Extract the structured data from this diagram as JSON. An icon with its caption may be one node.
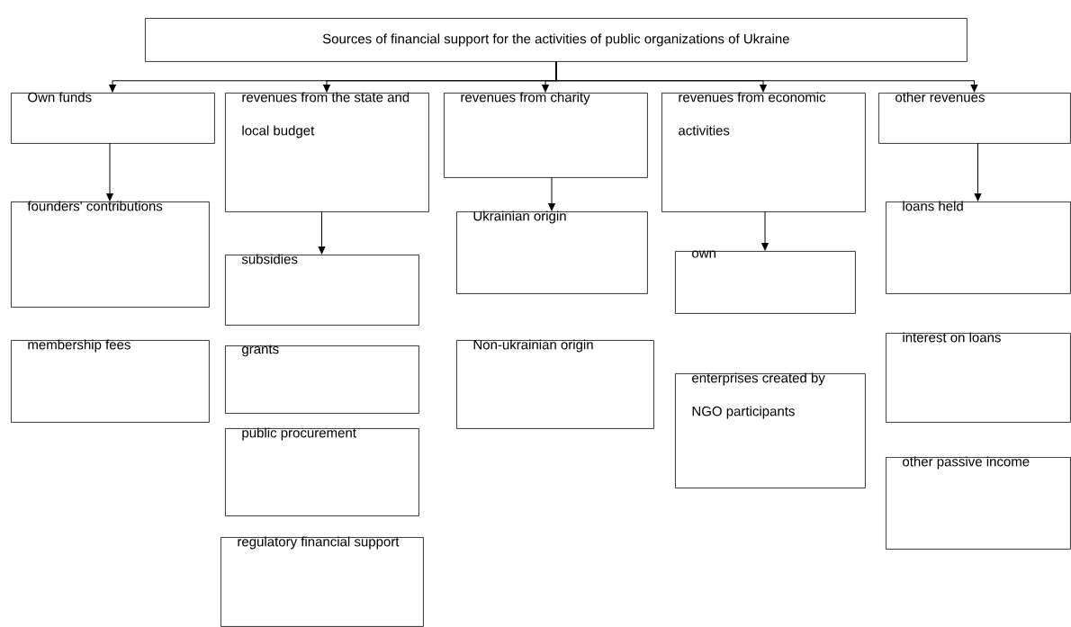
{
  "diagram": {
    "nodes": [
      {
        "text": [
          "Sources of financial support for the activities of public organizations of Ukraine"
        ]
      },
      {
        "text": [
          "Own funds"
        ]
      },
      {
        "text": [
          "revenues from the state and local budget"
        ]
      },
      {
        "text": [
          "revenues from charity"
        ]
      },
      {
        "text": [
          "revenues from economic activities"
        ]
      },
      {
        "text": [
          "other revenues"
        ]
      },
      {
        "text": [
          "founders' contributions"
        ]
      },
      {
        "text": [
          "membership fees"
        ]
      },
      {
        "text": [
          "subsidies"
        ]
      },
      {
        "text": [
          "grants"
        ]
      },
      {
        "text": [
          "public procurement"
        ]
      },
      {
        "text": [
          "regulatory financial support"
        ]
      },
      {
        "text": [
          "Ukrainian origin"
        ]
      },
      {
        "text": [
          "Non-ukrainian origin"
        ]
      },
      {
        "text": [
          "own"
        ]
      },
      {
        "text": [
          "enterprises created by NGO participants"
        ]
      },
      {
        "text": [
          "loans held"
        ]
      },
      {
        "text": [
          "interest on loans"
        ]
      },
      {
        "text": [
          "other passive income"
        ]
      }
    ],
    "edges": [
      {
        "from": 0,
        "to": 1,
        "arrow": "to"
      },
      {
        "from": 0,
        "to": 2,
        "arrow": "to"
      },
      {
        "from": 0,
        "to": 3,
        "arrow": "to"
      },
      {
        "from": 0,
        "to": 4,
        "arrow": "to"
      },
      {
        "from": 0,
        "to": 5,
        "arrow": "to"
      },
      {
        "from": 1,
        "to": 6,
        "arrow": "to"
      },
      {
        "from": 2,
        "to": 8,
        "arrow": "to"
      },
      {
        "from": 3,
        "to": 12,
        "arrow": "to"
      },
      {
        "from": 4,
        "to": 14,
        "arrow": "to"
      },
      {
        "from": 5,
        "to": 16,
        "arrow": "to"
      }
    ]
  }
}
